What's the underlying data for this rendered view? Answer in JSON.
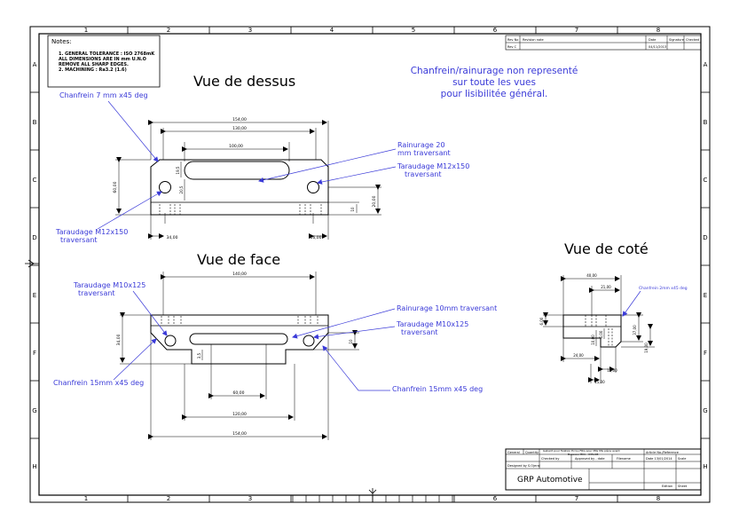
{
  "notes": {
    "title": "Notes:",
    "lines": [
      "1. GENERAL TOLERANCE : ISO 2768mK",
      "ALL DIMENSIONS ARE IN mm U.N.O",
      "REMOVE ALL SHARP EDGES.",
      "2. MACHINING : Ra3.2 (1.6)"
    ]
  },
  "grid": {
    "cols": [
      "1",
      "2",
      "3",
      "4",
      "5",
      "6",
      "7",
      "8"
    ],
    "rows": [
      "A",
      "B",
      "C",
      "D",
      "E",
      "F",
      "G",
      "H"
    ]
  },
  "views": {
    "top": "Vue de dessus",
    "front": "Vue de face",
    "side": "Vue de coté"
  },
  "remark": [
    "Chanfrein/rainurage non representé",
    "sur toute les vues",
    "pour lisibilitée général."
  ],
  "callouts": {
    "chamfer7": "Chanfrein 7 mm x45 deg",
    "slot20": [
      "Rainurage 20",
      "mm traversant"
    ],
    "tap12_right": [
      "Taraudage M12x150",
      "traversant"
    ],
    "tap12_left": [
      "Taraudage M12x150",
      "traversant"
    ],
    "tap10_left": [
      "Taraudage M10x125",
      "traversant"
    ],
    "slot10": "Rainurage 10mm traversant",
    "tap10_right": [
      "Taraudage M10x125",
      "traversant"
    ],
    "chamfer15_left": "Chanfrein 15mm x45 deg",
    "chamfer15_right": "Chanfrein 15mm x45 deg",
    "chamfer_side": "Chanfrein 2mm x45 deg"
  },
  "dims": {
    "top_overall": "154,00",
    "top_inner": "130,00",
    "top_slot": "100,00",
    "top_height": "60,00",
    "top_a": "19,5",
    "top_b": "20,5",
    "top_left_offset": "34,00",
    "top_right_offset": "16,00",
    "top_thick": "20,00",
    "top_t": "10",
    "front_overall": "140,00",
    "front_height": "34,00",
    "front_small": "3,5",
    "front_slot": "60,00",
    "front_base": "120,00",
    "front_total": "154,00",
    "front_right": "10",
    "side_overall": "40,00",
    "side_inner": "21,00",
    "side_left_h": "6,00",
    "side_r1": "37,00",
    "side_r2": "19,00",
    "side_mid": "10,00",
    "side_mid2": "6,00",
    "side_bot1": "24,00",
    "side_bot2": "10,00",
    "side_bot3": "15,00"
  },
  "revision": {
    "rev_no_label": "Rev No",
    "rev_note_label": "Revision note",
    "date_label": "Date",
    "signature_label": "Signature",
    "checked_label": "Checked",
    "rev_value": "Rev C",
    "date_value": "04/11/2013"
  },
  "title_block": {
    "general": "General",
    "quantity": "Quantity",
    "desc": "Gabarit pour fixation Ecrou FRG pour MIG MG pièce avant",
    "desc2": "Busseau MK1 - 035x08",
    "article": "Article No./Reference",
    "designed": "Designed by S.Ojeral",
    "checked": "Checked by",
    "approved": "Approved by - date",
    "filename": "Filename",
    "date": "Date 13/01/2014",
    "scale": "Scale",
    "company": "GRP Automotive",
    "edition": "Edition",
    "sheet": "Sheet"
  }
}
